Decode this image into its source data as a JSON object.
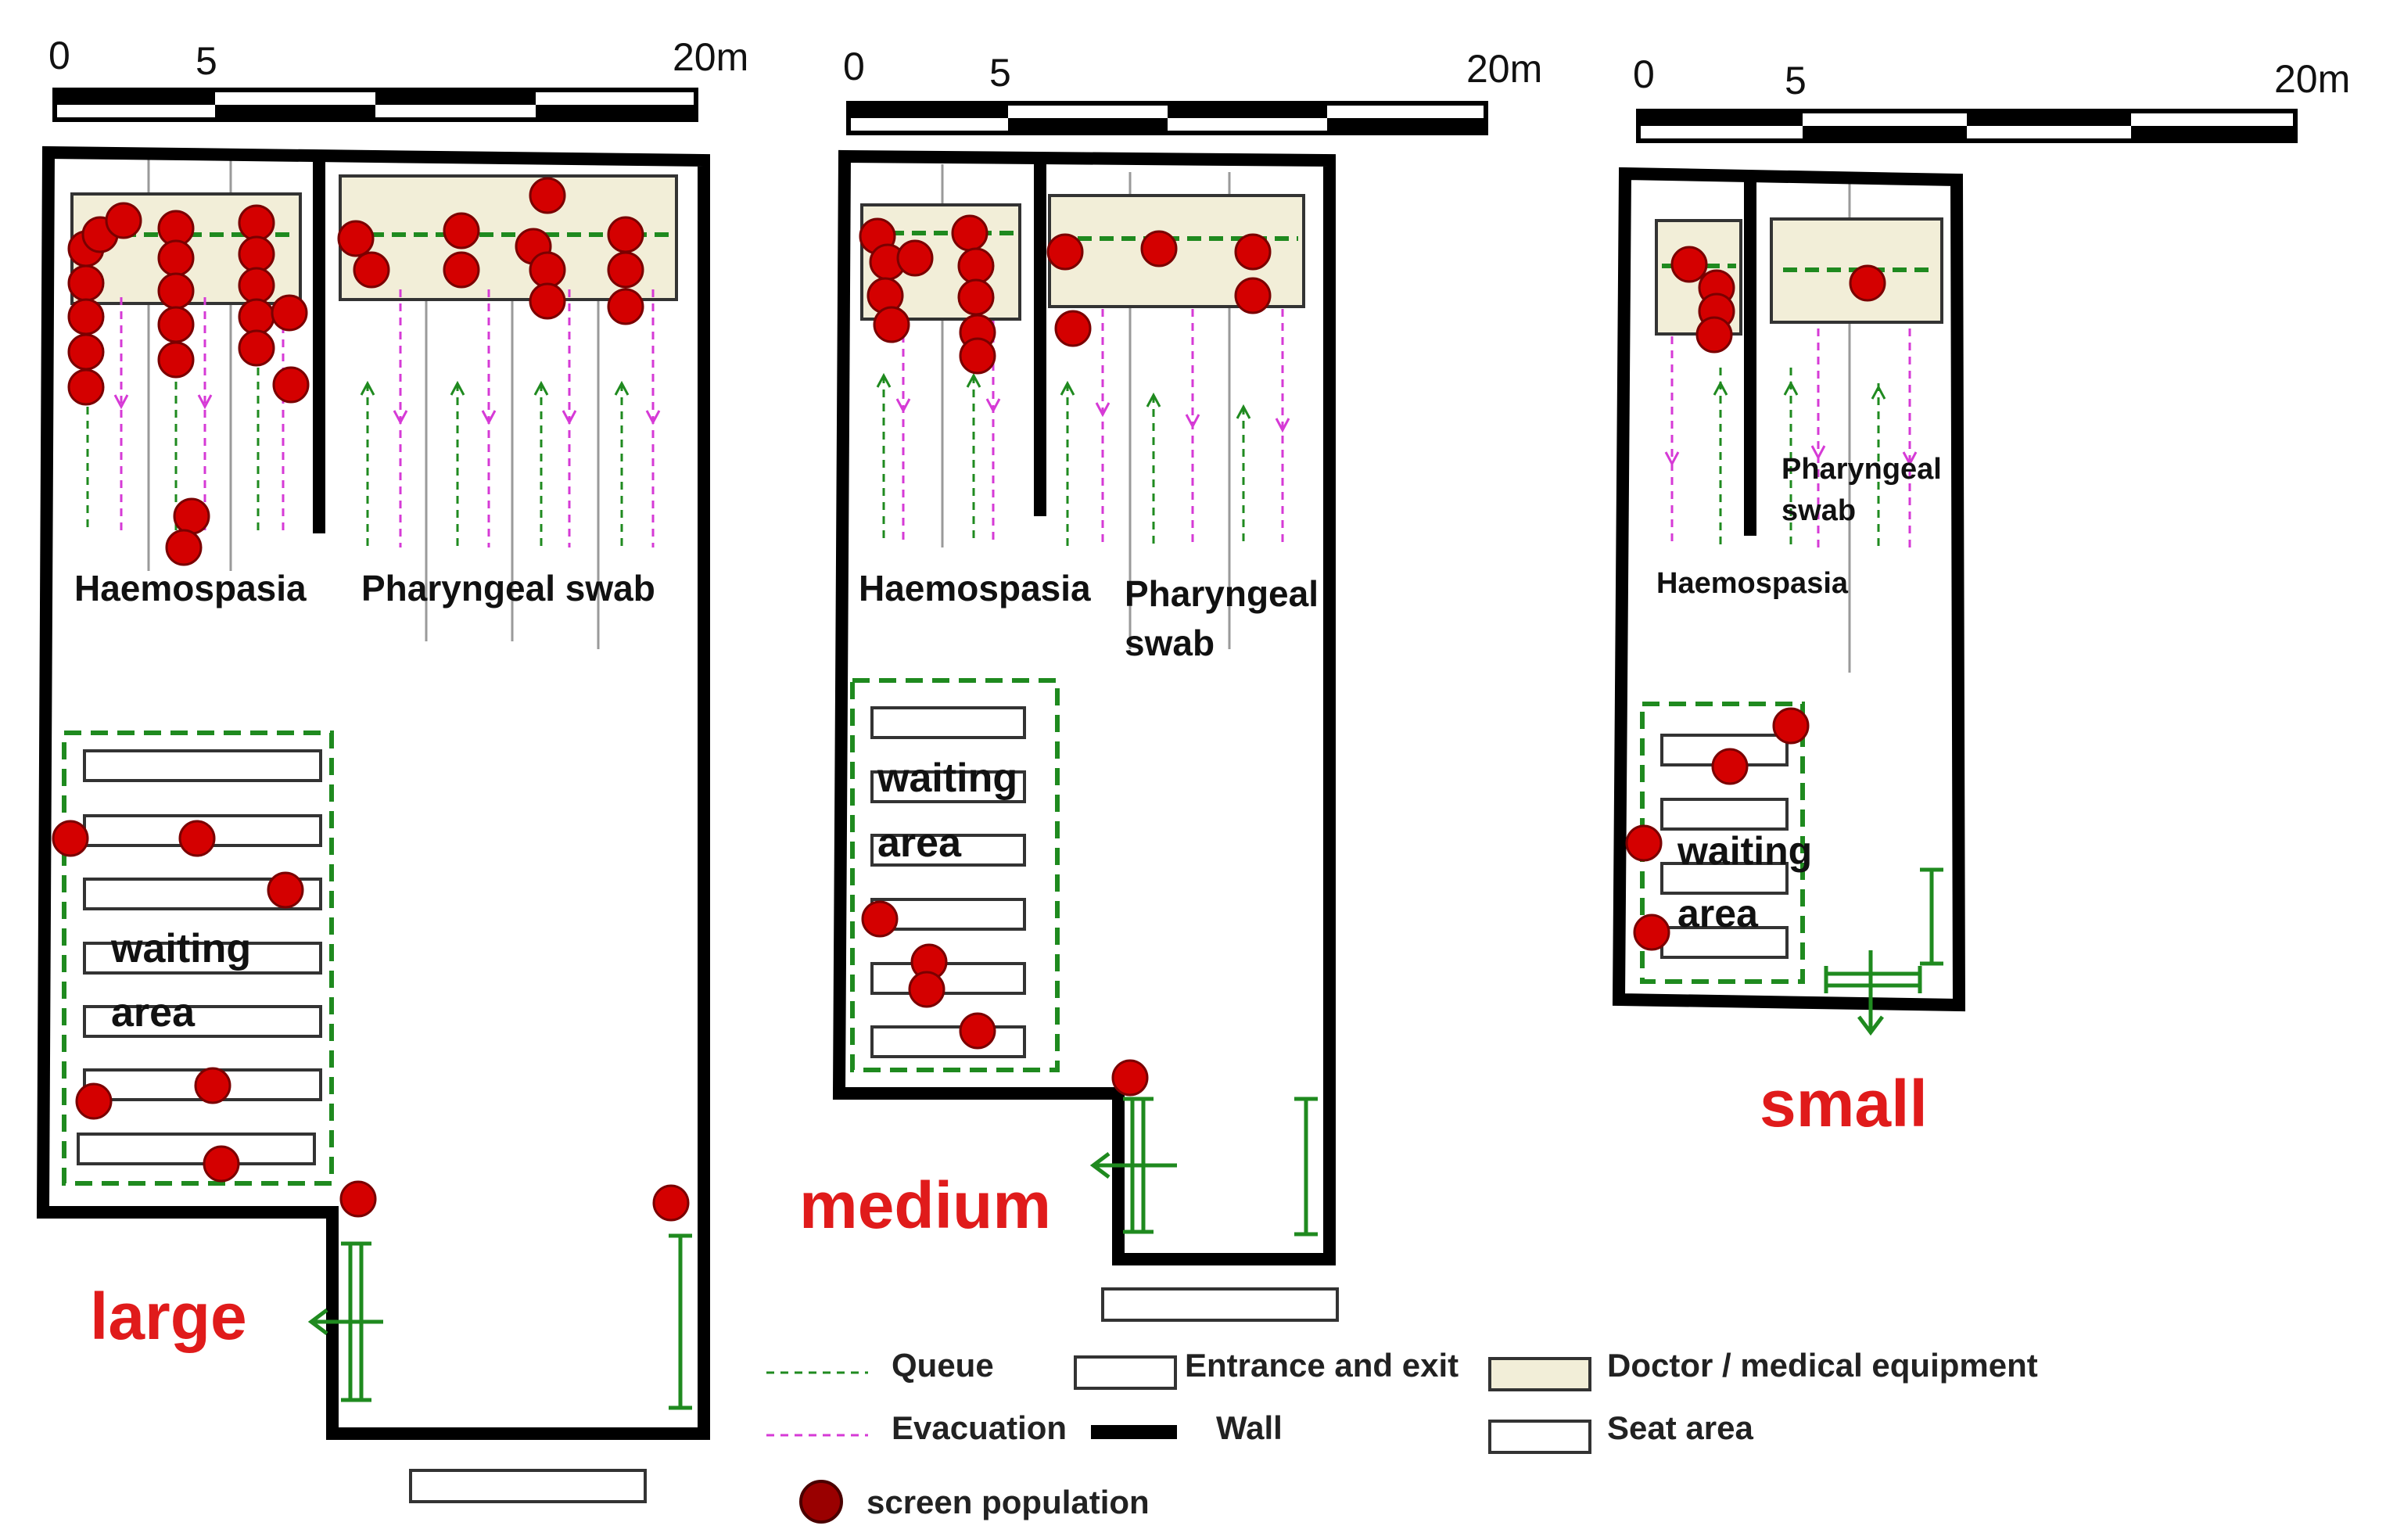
{
  "colors": {
    "wall": "#000000",
    "queue": "#1f8a1f",
    "evacuation": "#d63ad6",
    "equipment_fill": "#f2eed8",
    "person": "#d40000",
    "size_label": "#e01b1b"
  },
  "scale_bars": [
    {
      "start": "0",
      "mid": "5",
      "end": "20m"
    },
    {
      "start": "0",
      "mid": "5",
      "end": "20m"
    },
    {
      "start": "0",
      "mid": "5",
      "end": "20m"
    }
  ],
  "layouts": {
    "large": {
      "size_label": "large",
      "room_left": "Haemospasia",
      "room_right": "Pharyngeal swab",
      "waiting_line1": "waiting",
      "waiting_line2": "area"
    },
    "medium": {
      "size_label": "medium",
      "room_left": "Haemospasia",
      "room_right_line1": "Pharyngeal",
      "room_right_line2": "swab",
      "waiting_line1": "waiting",
      "waiting_line2": "area"
    },
    "small": {
      "size_label": "small",
      "room_left": "Haemospasia",
      "room_right_line1": "Pharyngeal",
      "room_right_line2": "swab",
      "waiting_line1": "waiting",
      "waiting_line2": "area"
    }
  },
  "legend": {
    "queue": "Queue",
    "evacuation": "Evacuation",
    "entrance": "Entrance and exit",
    "wall": "Wall",
    "doctor": "Doctor / medical equipment",
    "seat": "Seat area",
    "population": "screen population"
  }
}
